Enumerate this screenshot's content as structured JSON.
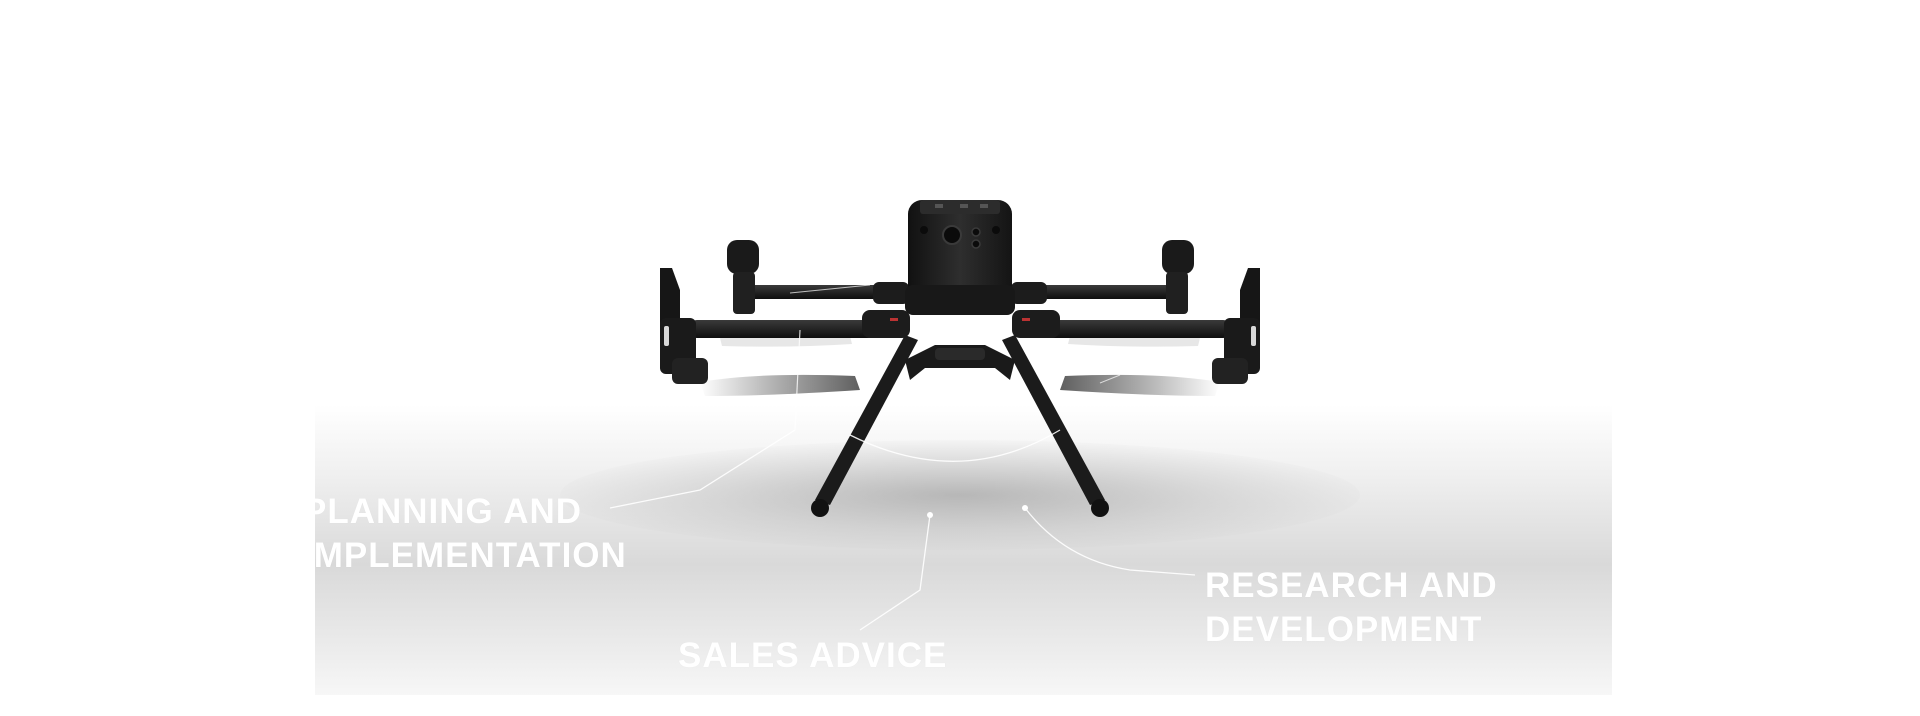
{
  "hero": {
    "callouts": {
      "planning": {
        "line1": "PLANNING AND",
        "line2": "IMPLEMENTATION"
      },
      "research": {
        "line1": "RESEARCH AND",
        "line2": "DEVELOPMENT"
      },
      "sales": {
        "line1": "SALES ADVICE"
      }
    }
  },
  "colors": {
    "background": "#ffffff",
    "drone_body": "#1e1e1e",
    "label_text": "#ffffff"
  },
  "icons": [
    "drone-illustration"
  ]
}
